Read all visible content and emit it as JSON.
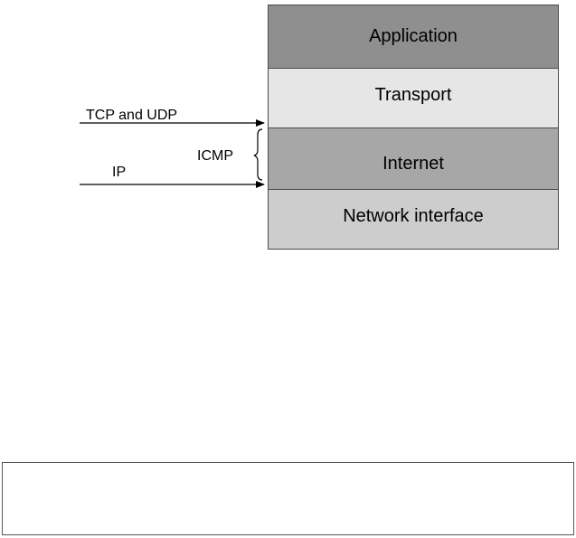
{
  "layers": [
    {
      "name": "Application",
      "color": "#8f8f8f"
    },
    {
      "name": "Transport",
      "color": "#e6e6e6"
    },
    {
      "name": "Internet",
      "color": "#a7a7a7"
    },
    {
      "name": "Network interface",
      "color": "#cdcdcd"
    }
  ],
  "protocols": {
    "tcp_udp": "TCP and UDP",
    "icmp": "ICMP",
    "ip": "IP"
  }
}
